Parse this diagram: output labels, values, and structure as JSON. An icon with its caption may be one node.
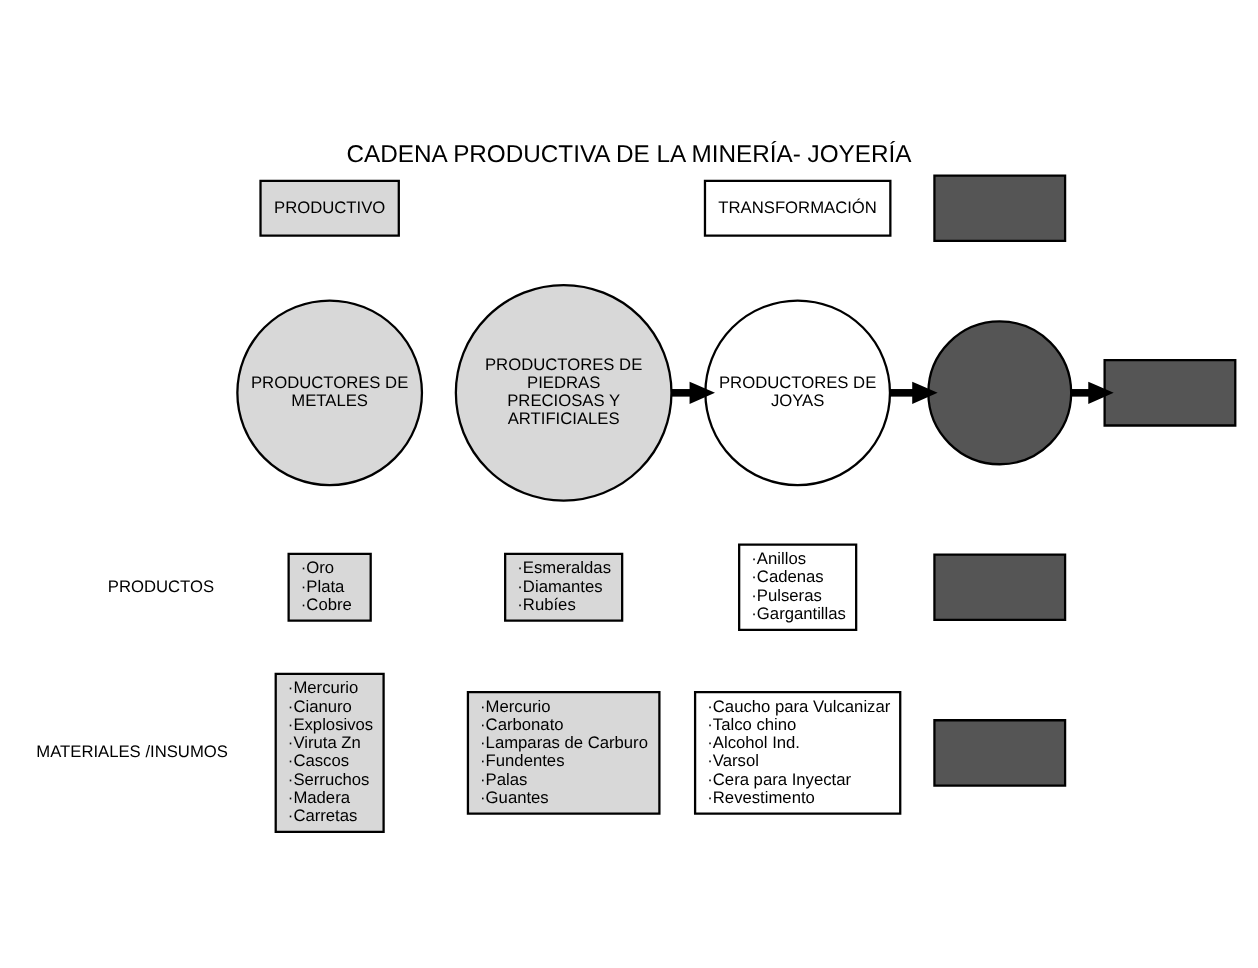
{
  "diagram": {
    "title": "CADENA PRODUCTIVA DE LA MINERÍA- JOYERÍA",
    "nodes": [
      {
        "text": [
          "PRODUCTIVO"
        ]
      },
      {
        "text": [
          "TRANSFORMACIÓN"
        ]
      },
      {
        "text": [],
        "shape": "box"
      },
      {
        "text": [
          "PRODUCTORES DE METALES"
        ]
      },
      {
        "text": [
          "PRODUCTORES DE PIEDRAS PRECIOSAS Y ARTIFICIALES"
        ]
      },
      {
        "text": [
          "PRODUCTORES DE JOYAS"
        ]
      },
      {
        "text": [],
        "shape": "circle"
      },
      {
        "text": [],
        "shape": "box"
      },
      {
        "text": [
          "·Oro ·Plata ·Cobre"
        ]
      },
      {
        "text": [
          "·Esmeraldas ·Diamantes ·Rubíes"
        ]
      },
      {
        "text": [
          "·Anillos ·Cadenas ·Pulseras ·Gargantillas"
        ]
      },
      {
        "text": [],
        "shape": "box"
      },
      {
        "text": [
          "·Mercurio ·Cianuro ·Explosivos ·Viruta Zn ·Cascos ·Serruchos ·Madera ·Carretas"
        ]
      },
      {
        "text": [
          "·Mercurio ·Carbonato ·Lamparas de Carburo ·Fundentes ·Palas ·Guantes"
        ]
      },
      {
        "text": [
          "·Caucho para Vulcanizar ·Talco chino ·Alcohol Ind. ·Varsol ·Cera para Inyectar ·Revestimento"
        ]
      },
      {
        "text": [],
        "shape": "box"
      }
    ],
    "edges": [
      {
        "from": 4,
        "to": 5,
        "arrow": "to"
      },
      {
        "from": 5,
        "to": 6,
        "arrow": "to"
      },
      {
        "from": 6,
        "to": 7,
        "arrow": "to"
      }
    ],
    "labels": [
      "PRODUCTOS",
      "MATERIALES /INSUMOS"
    ]
  }
}
